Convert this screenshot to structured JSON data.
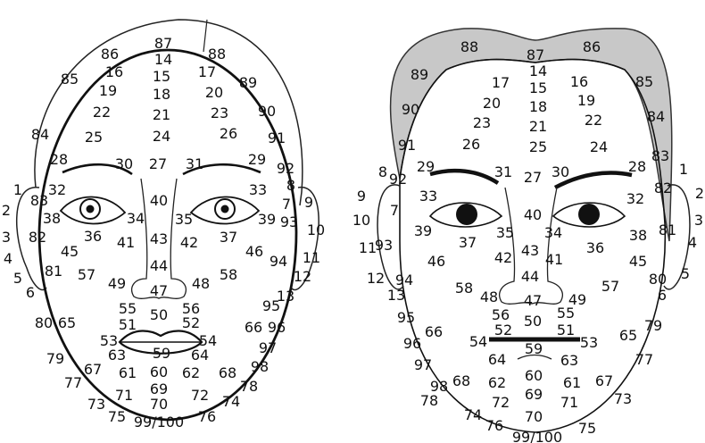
{
  "faces": [
    {
      "id": "left-face",
      "labels": [
        "87",
        "14",
        "86",
        "88",
        "16",
        "15",
        "17",
        "85",
        "89",
        "19",
        "18",
        "20",
        "22",
        "21",
        "23",
        "90",
        "84",
        "25",
        "24",
        "26",
        "91",
        "28",
        "30",
        "27",
        "31",
        "29",
        "92",
        "1",
        "32",
        "33",
        "8",
        "83",
        "7",
        "9",
        "2",
        "40",
        "34",
        "35",
        "39",
        "93",
        "38",
        "10",
        "82",
        "3",
        "36",
        "41",
        "43",
        "42",
        "37",
        "45",
        "46",
        "94",
        "11",
        "4",
        "44",
        "81",
        "58",
        "57",
        "12",
        "5",
        "49",
        "48",
        "47",
        "13",
        "6",
        "55",
        "56",
        "95",
        "50",
        "80",
        "65",
        "66",
        "96",
        "51",
        "52",
        "53",
        "54",
        "97",
        "59",
        "79",
        "63",
        "64",
        "98",
        "67",
        "60",
        "61",
        "62",
        "68",
        "77",
        "69",
        "78",
        "71",
        "72",
        "74",
        "73",
        "70",
        "75",
        "99/100",
        "76"
      ]
    },
    {
      "id": "right-face",
      "labels": [
        "88",
        "87",
        "86",
        "14",
        "89",
        "17",
        "16",
        "15",
        "85",
        "20",
        "18",
        "19",
        "90",
        "23",
        "22",
        "21",
        "84",
        "26",
        "25",
        "24",
        "91",
        "83",
        "29",
        "31",
        "28",
        "30",
        "27",
        "1",
        "8",
        "92",
        "82",
        "9",
        "33",
        "32",
        "2",
        "40",
        "7",
        "81",
        "10",
        "39",
        "35",
        "34",
        "38",
        "3",
        "93",
        "37",
        "36",
        "43",
        "4",
        "11",
        "42",
        "41",
        "45",
        "46",
        "80",
        "5",
        "12",
        "94",
        "44",
        "57",
        "58",
        "13",
        "6",
        "48",
        "47",
        "49",
        "56",
        "55",
        "95",
        "79",
        "66",
        "50",
        "65",
        "52",
        "51",
        "96",
        "54",
        "53",
        "59",
        "77",
        "97",
        "64",
        "63",
        "60",
        "98",
        "68",
        "61",
        "67",
        "62",
        "78",
        "69",
        "72",
        "71",
        "73",
        "74",
        "76",
        "70",
        "75",
        "99/100"
      ]
    }
  ]
}
